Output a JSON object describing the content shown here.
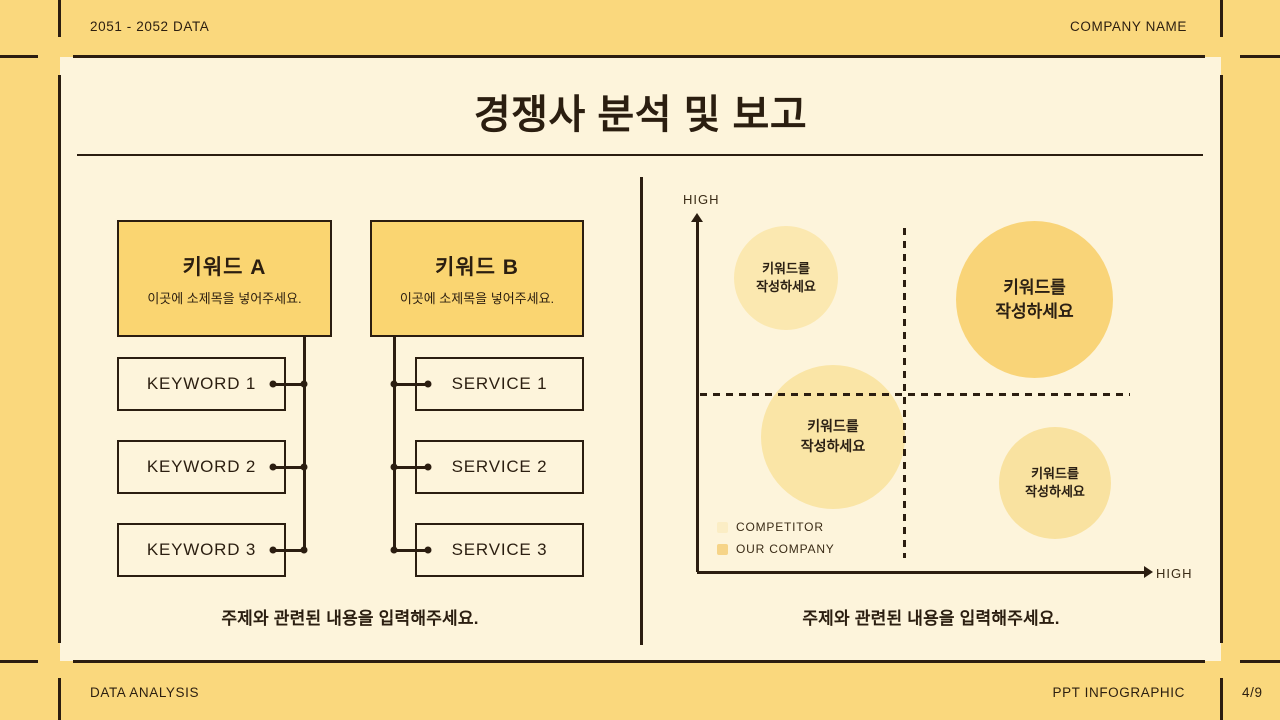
{
  "colors": {
    "bg": "#FAD87D",
    "panel": "#FDF4DB",
    "line": "#2B1D10",
    "text": "#2B1E10",
    "box_fill": "#FAD571",
    "circle_tl": "#FBE8B0",
    "circle_tr": "#F9D478",
    "circle_bl": "#FAE5A6",
    "circle_br": "#F9E2A0",
    "legend_competitor": "#FBEDC5",
    "legend_company": "#F6D488"
  },
  "header": {
    "left": "2051 - 2052 DATA",
    "right": "COMPANY NAME"
  },
  "footer": {
    "left": "DATA ANALYSIS",
    "right": "PPT INFOGRAPHIC",
    "page": "4/9"
  },
  "title": "경쟁사 분석 및 보고",
  "left_panel": {
    "group_a": {
      "title": "키워드 A",
      "subtitle": "이곳에 소제목을 넣어주세요.",
      "items": [
        "KEYWORD 1",
        "KEYWORD 2",
        "KEYWORD 3"
      ]
    },
    "group_b": {
      "title": "키워드 B",
      "subtitle": "이곳에 소제목을 넣어주세요.",
      "items": [
        "SERVICE 1",
        "SERVICE 2",
        "SERVICE 3"
      ]
    },
    "caption": "주제와 관련된 내용을 입력해주세요."
  },
  "right_panel": {
    "axis": {
      "y_label": "HIGH",
      "x_label": "HIGH"
    },
    "bubbles": [
      {
        "position": "top-left",
        "size": "small",
        "line1": "키워드를",
        "line2": "작성하세요"
      },
      {
        "position": "top-right",
        "size": "large",
        "line1": "키워드를",
        "line2": "작성하세요"
      },
      {
        "position": "bottom-left",
        "size": "medium",
        "line1": "키워드를",
        "line2": "작성하세요"
      },
      {
        "position": "bottom-right",
        "size": "small",
        "line1": "키워드를",
        "line2": "작성하세요"
      }
    ],
    "legend": [
      {
        "label": "COMPETITOR"
      },
      {
        "label": "OUR COMPANY"
      }
    ],
    "caption": "주제와 관련된 내용을 입력해주세요."
  }
}
